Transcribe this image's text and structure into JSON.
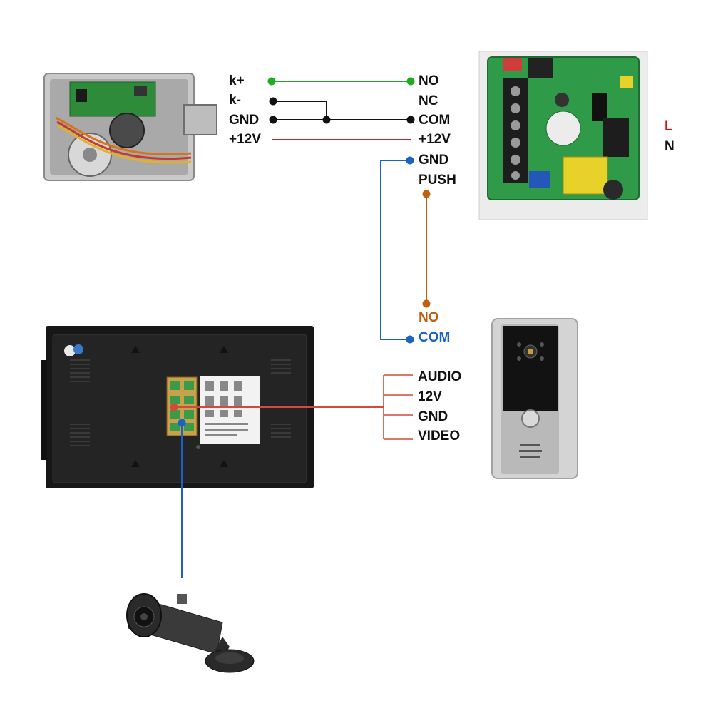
{
  "lock_terminals": [
    "k+",
    "k-",
    "GND",
    "+12V"
  ],
  "psu_terminals": [
    "NO",
    "NC",
    "COM",
    "+12V",
    "GND",
    "PUSH"
  ],
  "mains": [
    {
      "label": "L",
      "color": "#cc1111"
    },
    {
      "label": "N",
      "color": "#111111"
    }
  ],
  "button": [
    {
      "label": "NO",
      "color": "#c0600f"
    },
    {
      "label": "COM",
      "color": "#1a63c4"
    }
  ],
  "monitor_outputs": [
    "AUDIO",
    "12V",
    "GND",
    "VIDEO"
  ],
  "colors": {
    "green": "#22aa22",
    "black": "#111111",
    "red": "#cc2222",
    "blue": "#1a63c4",
    "orange": "#c0600f",
    "red_line": "#d24a3a"
  },
  "devices": [
    "electric-lock",
    "power-supply-board",
    "indoor-monitor",
    "outdoor-door-station",
    "cctv-camera"
  ]
}
